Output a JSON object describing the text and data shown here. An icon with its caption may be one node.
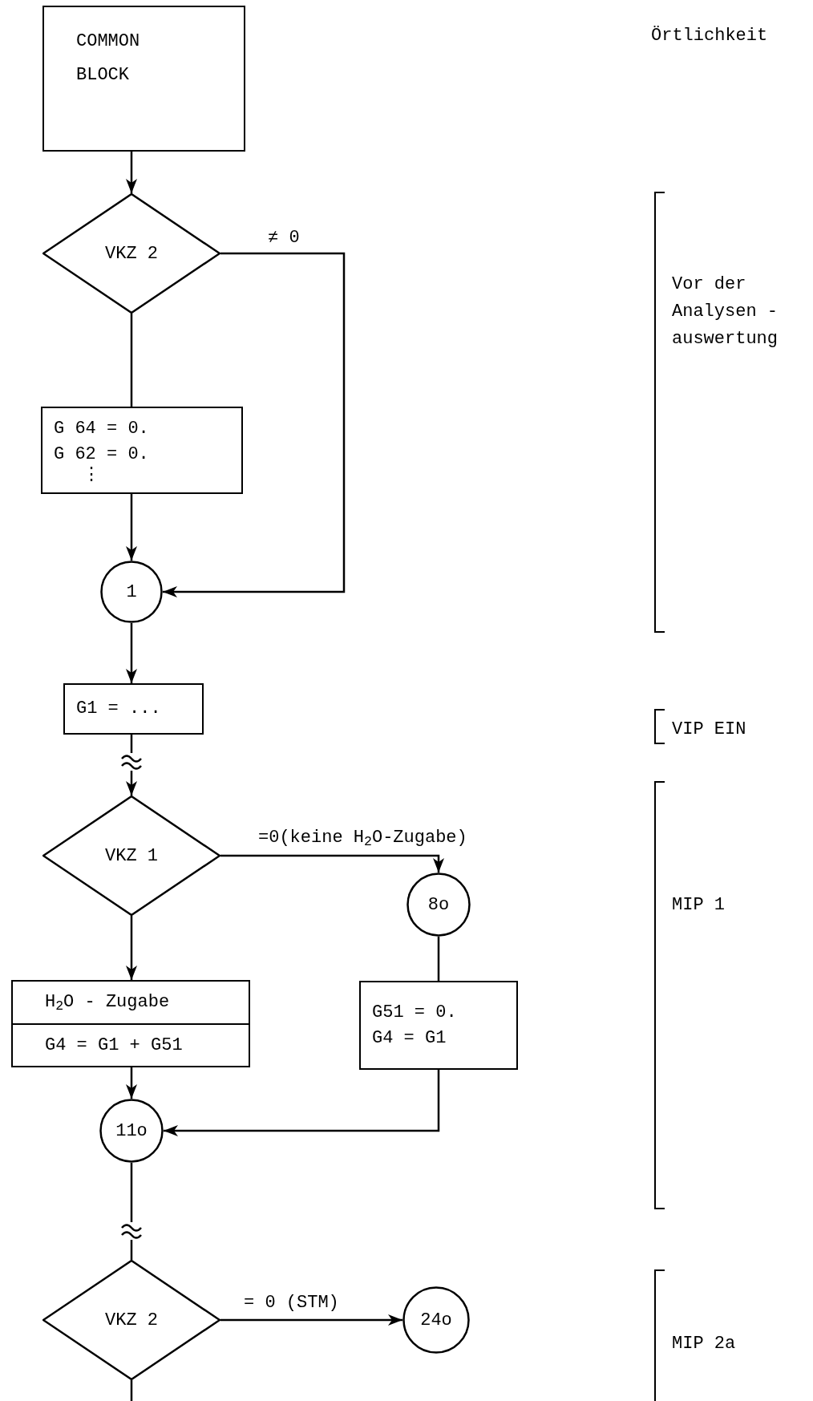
{
  "diagram": {
    "nodes": [
      {
        "text": [
          "COMMON BLOCK"
        ]
      },
      {
        "text": [
          "VKZ 2"
        ]
      },
      {
        "text": [
          "G 64 = 0.",
          "G 62 = 0.",
          "⋮"
        ]
      },
      {
        "text": [
          "1"
        ]
      },
      {
        "text": [
          "G1 = ..."
        ]
      },
      {
        "text": [
          "VKZ 1"
        ]
      },
      {
        "text": [
          "8o"
        ]
      },
      {
        "text": [
          "H$_{2}$O - Zugabe",
          "G4 = G1 + G51"
        ]
      },
      {
        "text": [
          "G51 = 0.",
          "G4 = G1"
        ]
      },
      {
        "text": [
          "11o"
        ]
      },
      {
        "text": [
          "VKZ 2"
        ]
      },
      {
        "text": [
          "24o"
        ]
      }
    ],
    "edges": [
      {
        "from": 0,
        "to": 1,
        "arrow": "to"
      },
      {
        "from": 1,
        "to": 2,
        "arrow": "none"
      },
      {
        "from": 2,
        "to": 3,
        "arrow": "to"
      },
      {
        "from": 1,
        "to": 3,
        "arrow": "to",
        "label": "≠ 0"
      },
      {
        "from": 3,
        "to": 4,
        "arrow": "to"
      },
      {
        "from": 4,
        "to": 5,
        "arrow": "to"
      },
      {
        "from": 5,
        "to": 6,
        "arrow": "to",
        "label": "=0(keine H$_{2}$O-Zugabe)"
      },
      {
        "from": 6,
        "to": 8,
        "arrow": "none"
      },
      {
        "from": 5,
        "to": 7,
        "arrow": "to"
      },
      {
        "from": 7,
        "to": 9,
        "arrow": "to"
      },
      {
        "from": 8,
        "to": 9,
        "arrow": "to"
      },
      {
        "from": 9,
        "to": 10,
        "arrow": "none"
      },
      {
        "from": 10,
        "to": 11,
        "arrow": "to",
        "label": "= 0 (STM)"
      },
      {
        "from": 10,
        "to": null,
        "arrow": "none"
      }
    ],
    "labels": [
      "Örtlichkeit",
      "Vor der Analysen - auswertung",
      "VIP EIN",
      "MIP 1",
      "MIP 2a"
    ]
  }
}
